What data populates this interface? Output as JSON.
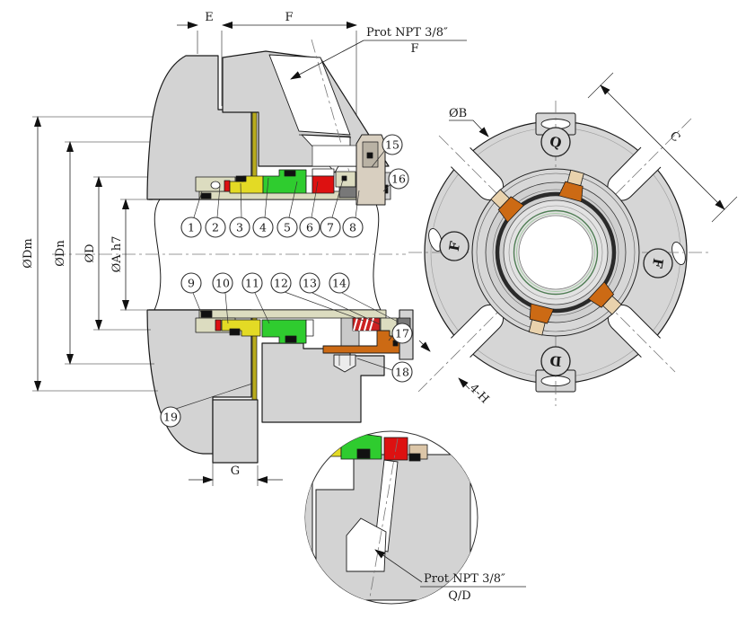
{
  "notes": {
    "top_port": {
      "line1": "Prot NPT 3/8″",
      "line2": "F"
    },
    "detail_port": {
      "line1": "Prot NPT 3/8″",
      "line2": "Q/D"
    }
  },
  "dims": {
    "e": "E",
    "f": "F",
    "g": "G",
    "c": "C",
    "phi_b": "ØB",
    "phi_dm": "ØDm",
    "phi_dn": "ØDn",
    "phi_d": "ØD",
    "phi_a_h7": "ØA h7",
    "slots": "4-H"
  },
  "callouts": {
    "items": [
      "1",
      "2",
      "3",
      "4",
      "5",
      "6",
      "7",
      "8",
      "9",
      "10",
      "11",
      "12",
      "13",
      "14",
      "15",
      "16",
      "17",
      "18",
      "19"
    ]
  },
  "port_letters": {
    "top": "Q",
    "left": "F",
    "right": "F",
    "bottom": "D"
  },
  "colors": {
    "body_gray": "#d3d3d3",
    "sleeve_beige": "#dcdcc0",
    "face_yellow": "#e3da25",
    "bellows_green": "#2fcc2f",
    "ring_red": "#dd1111",
    "clamp_orange": "#cc6a14",
    "screw_tan": "#e9d2ad",
    "gasket_olive": "#b8ab1e"
  }
}
